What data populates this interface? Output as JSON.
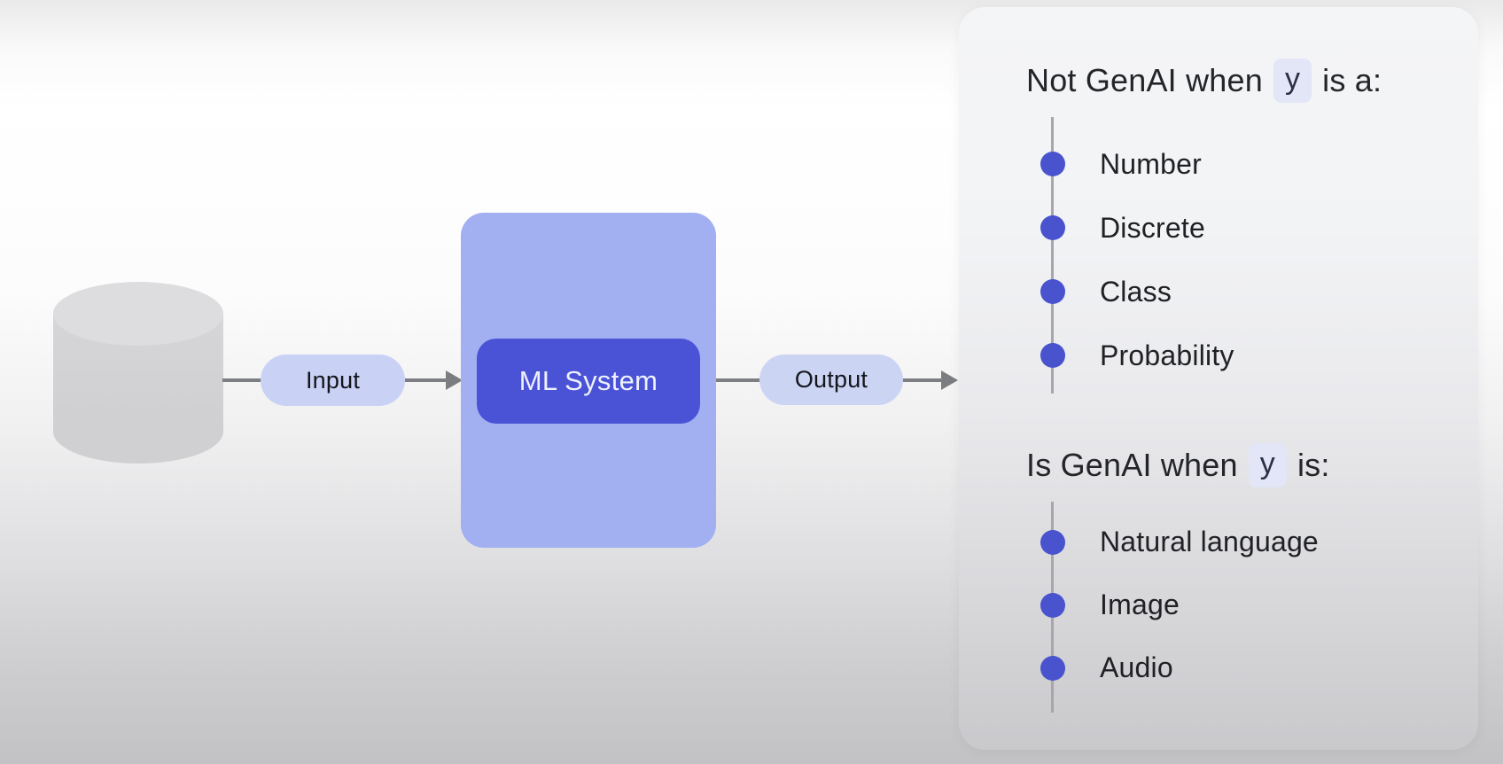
{
  "pipeline": {
    "data_store_icon": "database-cylinder-icon",
    "input_label": "Input",
    "system_label": "ML System",
    "output_label": "Output"
  },
  "panel": {
    "not_genai": {
      "prefix": "Not GenAI when",
      "variable": "y",
      "suffix": "is a:",
      "items": [
        "Number",
        "Discrete",
        "Class",
        "Probability"
      ]
    },
    "is_genai": {
      "prefix": "Is GenAI when",
      "variable": "y",
      "suffix": "is:",
      "items": [
        "Natural language",
        "Image",
        "Audio"
      ]
    }
  },
  "colors": {
    "ml_inner_box": "#4a52d6",
    "ml_outer_box": "#a2b0f2",
    "input_pill": "#c9d2f5",
    "output_pill": "#ccd4f4",
    "bullet_dot": "#4853cd",
    "variable_chip_bg": "#e2e6f7",
    "arrow_gray": "#7c7d80",
    "cylinder_gray": "#d2d2d4"
  }
}
